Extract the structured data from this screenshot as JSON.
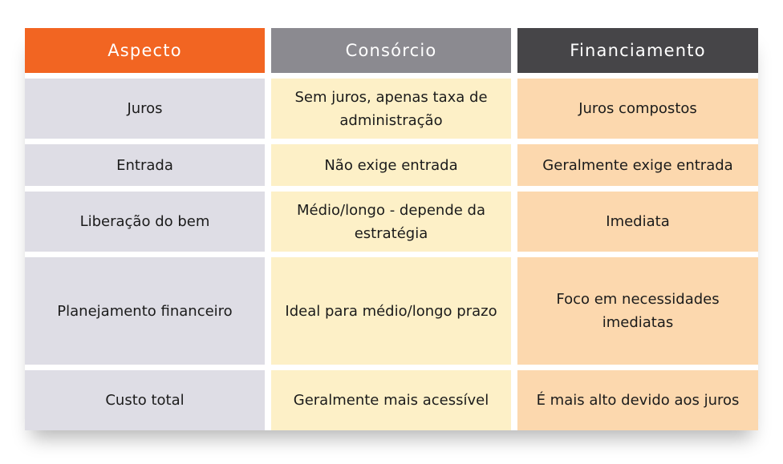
{
  "headers": {
    "aspect": "Aspecto",
    "consorcio": "Consórcio",
    "financiamento": "Financiamento"
  },
  "rows": [
    {
      "aspect": "Juros",
      "consorcio": "Sem juros, apenas taxa de administração",
      "financiamento": "Juros compostos"
    },
    {
      "aspect": "Entrada",
      "consorcio": "Não exige entrada",
      "financiamento": "Geralmente exige entrada"
    },
    {
      "aspect": "Liberação do bem",
      "consorcio": "Médio/longo - depende da estratégia",
      "financiamento": "Imediata"
    },
    {
      "aspect": "Planejamento financeiro",
      "consorcio": "Ideal para médio/longo prazo",
      "financiamento": "Foco em necessidades imediatas"
    },
    {
      "aspect": "Custo total",
      "consorcio": "Geralmente mais acessível",
      "financiamento": "É mais alto devido aos juros"
    }
  ],
  "colors": {
    "aspect_header": "#f26522",
    "consorcio_header": "#8b8a90",
    "financiamento_header": "#464548",
    "aspect_cell": "#dedde5",
    "consorcio_cell": "#fdf0c7",
    "financiamento_cell": "#fcd8ae"
  }
}
